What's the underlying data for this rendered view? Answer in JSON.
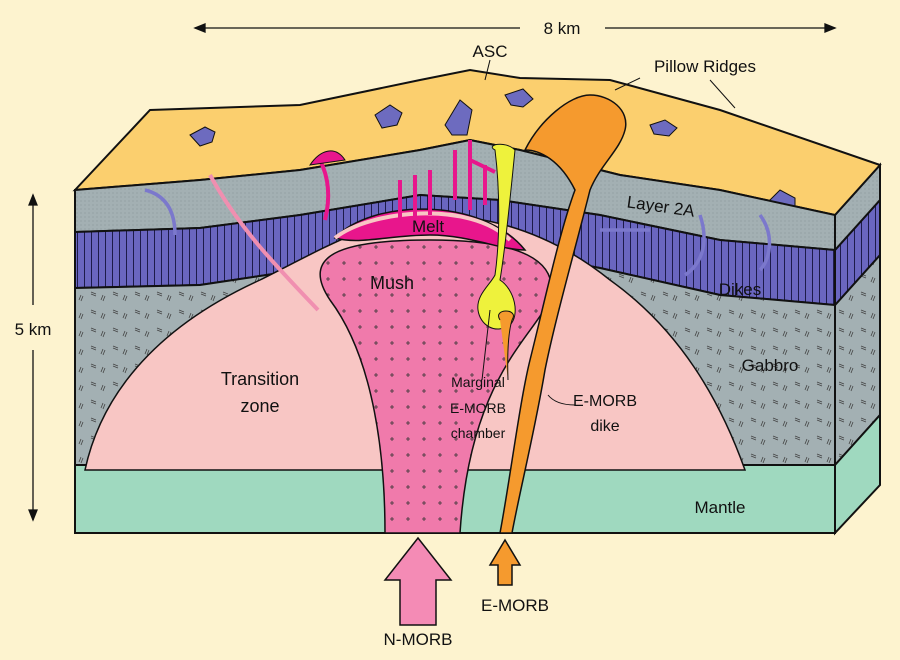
{
  "title": "Mid-ocean ridge magma system cross-section",
  "scale": {
    "width_label": "8 km",
    "depth_label": "5 km"
  },
  "labels": {
    "asc": "ASC",
    "pillow_ridges": "Pillow Ridges",
    "layer_2a": "Layer 2A",
    "melt": "Melt",
    "mush": "Mush",
    "dikes": "Dikes",
    "gabbro": "Gabbro",
    "transition_line1": "Transition",
    "transition_line2": "zone",
    "marginal_line1": "Marginal",
    "marginal_line2": "E-MORB",
    "marginal_line3": "chamber",
    "emorb_dike_line1": "E-MORB",
    "emorb_dike_line2": "dike",
    "mantle": "Mantle",
    "n_morb": "N-MORB",
    "e_morb": "E-MORB"
  },
  "colors": {
    "background": "#fdf3cf",
    "surface": "#fbcf6e",
    "pillows": "#6d6bbf",
    "layer2a": "#a3b0b3",
    "dikes": "#6a66c0",
    "gabbro": "#a3b0b3",
    "transition": "#f8c6c4",
    "mush": "#f07aab",
    "melt": "#e8168c",
    "mantle": "#9fd9bf",
    "emorb": "#f59a2e",
    "marginal": "#eef23c"
  }
}
